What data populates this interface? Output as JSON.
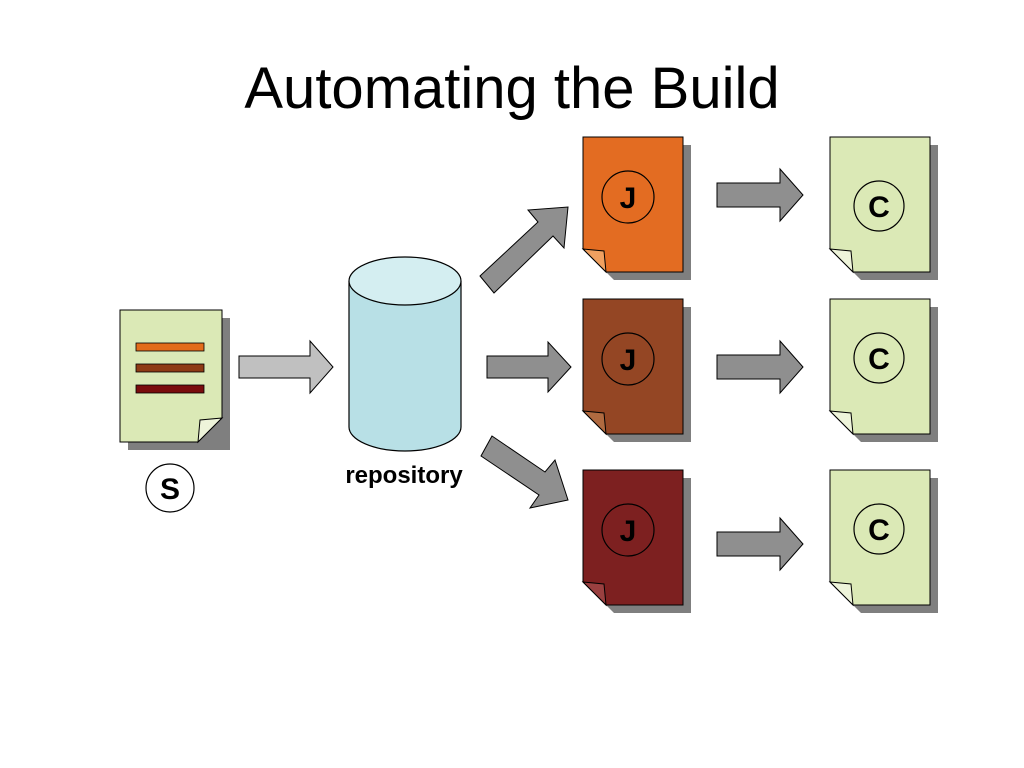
{
  "title": "Automating the Build",
  "source_doc": {
    "badge": "S",
    "fill": "#dbe9b6",
    "line_colors": [
      "#e36c1a",
      "#8e3a14",
      "#7a0c0c"
    ]
  },
  "repository": {
    "label": "repository",
    "fill": "#b8e0e6",
    "top_fill": "#d4eef1"
  },
  "jar_docs": [
    {
      "badge": "J",
      "fill": "#e36c22",
      "fold": "#f0a060"
    },
    {
      "badge": "J",
      "fill": "#944624",
      "fold": "#b06a40"
    },
    {
      "badge": "J",
      "fill": "#7d2020",
      "fold": "#9a4040"
    }
  ],
  "class_docs": [
    {
      "badge": "C",
      "fill": "#dbe9b6"
    },
    {
      "badge": "C",
      "fill": "#dbe9b6"
    },
    {
      "badge": "C",
      "fill": "#dbe9b6"
    }
  ],
  "colors": {
    "arrow_light": "#c0c0c0",
    "arrow_dark": "#8f8f8f",
    "shadow": "#808080",
    "stroke": "#000000"
  }
}
